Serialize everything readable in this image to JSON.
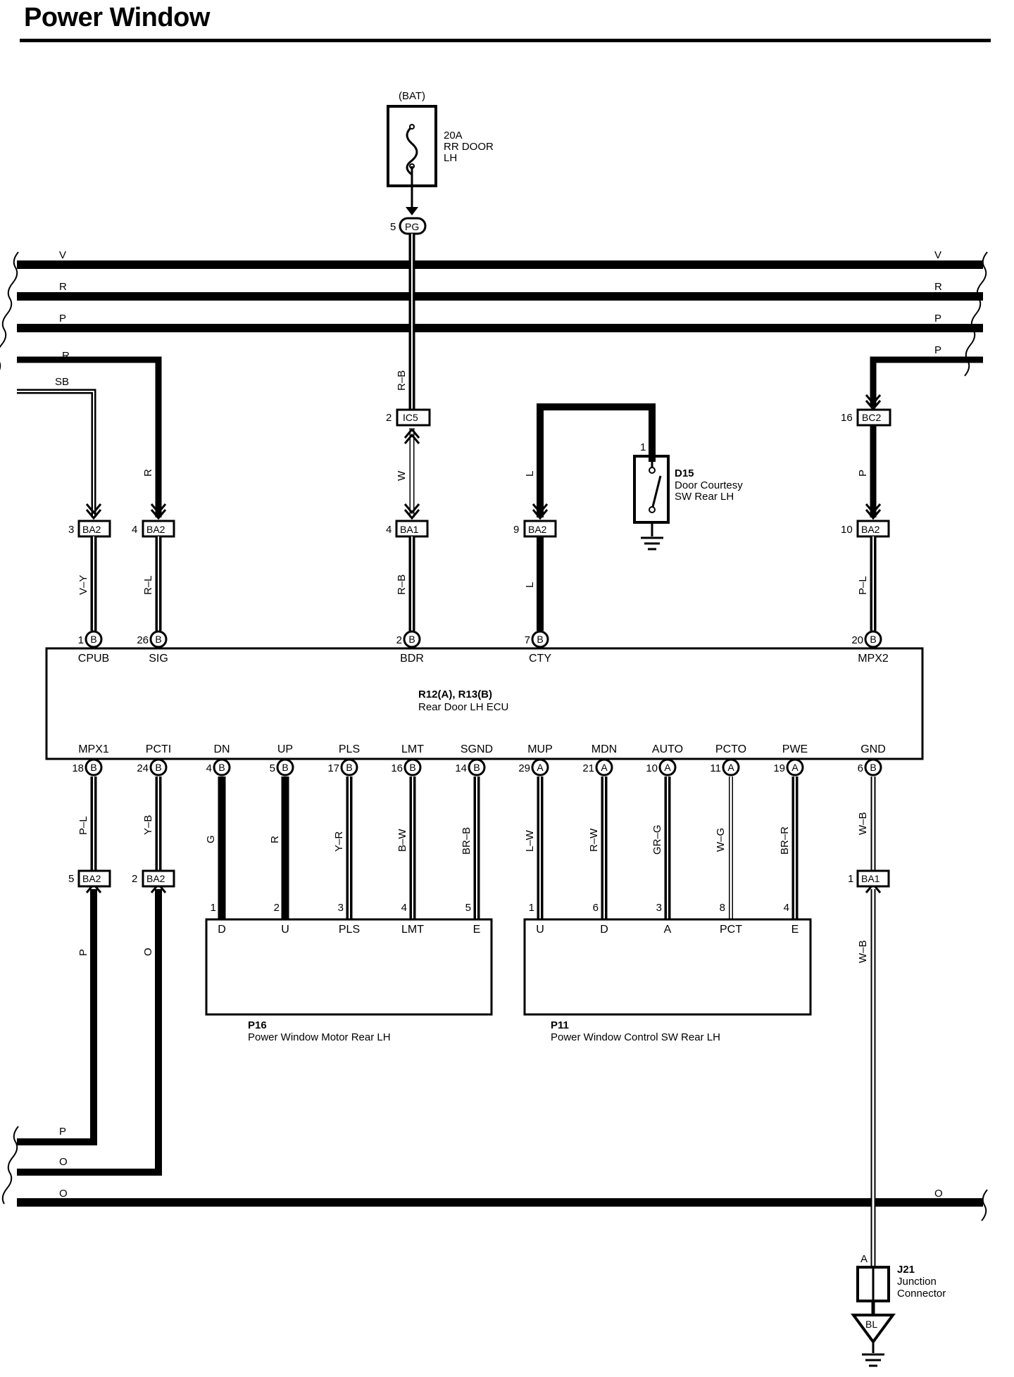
{
  "title": "Power Window",
  "fuse": {
    "source": "(BAT)",
    "rating": "20A",
    "name_l1": "RR DOOR",
    "name_l2": "LH"
  },
  "pg": {
    "pin": "5",
    "code": "PG"
  },
  "buses": [
    {
      "id": "bus-v",
      "left": "V",
      "right": "V",
      "color": "V"
    },
    {
      "id": "bus-r",
      "left": "R",
      "right": "R",
      "color": "R"
    },
    {
      "id": "bus-p",
      "left": "P",
      "right": "P",
      "color": "P"
    },
    {
      "id": "bus-o",
      "left": "O",
      "right": "O",
      "color": "O"
    }
  ],
  "wire_labels": {
    "top_r_left": "R",
    "top_sb": "SB",
    "top_p_right": "P",
    "r_b_top": "R–B",
    "w": "W",
    "l_upper": "L",
    "p_mid": "P",
    "r_sig": "R",
    "v_y": "V–Y",
    "r_l": "R–L",
    "r_b_mid": "R–B",
    "l_lower": "L",
    "p_l_right": "P–L",
    "p_l_left": "P–L",
    "y_b": "Y–B",
    "g": "G",
    "r_dn": "R",
    "y_r": "Y–R",
    "b_w": "B–W",
    "br_b": "BR–B",
    "l_w": "L–W",
    "r_w": "R–W",
    "gr_g": "GR–G",
    "w_g": "W–G",
    "br_r": "BR–R",
    "w_b_upper": "W–B",
    "p_lower": "P",
    "o_lower": "O",
    "w_b_lower": "W–B",
    "bot_p": "P",
    "bot_o": "O"
  },
  "connectors": {
    "ic5": {
      "pin": "2",
      "code": "IC5"
    },
    "bc2": {
      "pin": "16",
      "code": "BC2"
    },
    "ba2_3": {
      "pin": "3",
      "code": "BA2"
    },
    "ba2_4": {
      "pin": "4",
      "code": "BA2"
    },
    "ba1_4": {
      "pin": "4",
      "code": "BA1"
    },
    "ba2_9": {
      "pin": "9",
      "code": "BA2"
    },
    "ba2_10": {
      "pin": "10",
      "code": "BA2"
    },
    "ba2_5": {
      "pin": "5",
      "code": "BA2"
    },
    "ba2_2": {
      "pin": "2",
      "code": "BA2"
    },
    "ba1_1": {
      "pin": "1",
      "code": "BA1"
    }
  },
  "d15": {
    "pin": "1",
    "code": "D15",
    "name_l1": "Door Courtesy",
    "name_l2": "SW Rear LH"
  },
  "ecu": {
    "code": "R12(A), R13(B)",
    "name": "Rear Door LH ECU",
    "top_pins": [
      {
        "num": "1",
        "conn": "B",
        "label": "CPUB"
      },
      {
        "num": "26",
        "conn": "B",
        "label": "SIG"
      },
      {
        "num": "2",
        "conn": "B",
        "label": "BDR"
      },
      {
        "num": "7",
        "conn": "B",
        "label": "CTY"
      },
      {
        "num": "20",
        "conn": "B",
        "label": "MPX2"
      }
    ],
    "bottom_pins": [
      {
        "num": "18",
        "conn": "B",
        "label": "MPX1"
      },
      {
        "num": "24",
        "conn": "B",
        "label": "PCTI"
      },
      {
        "num": "4",
        "conn": "B",
        "label": "DN"
      },
      {
        "num": "5",
        "conn": "B",
        "label": "UP"
      },
      {
        "num": "17",
        "conn": "B",
        "label": "PLS"
      },
      {
        "num": "16",
        "conn": "B",
        "label": "LMT"
      },
      {
        "num": "14",
        "conn": "B",
        "label": "SGND"
      },
      {
        "num": "29",
        "conn": "A",
        "label": "MUP"
      },
      {
        "num": "21",
        "conn": "A",
        "label": "MDN"
      },
      {
        "num": "10",
        "conn": "A",
        "label": "AUTO"
      },
      {
        "num": "11",
        "conn": "A",
        "label": "PCTO"
      },
      {
        "num": "19",
        "conn": "A",
        "label": "PWE"
      },
      {
        "num": "6",
        "conn": "B",
        "label": "GND"
      }
    ]
  },
  "p16": {
    "code": "P16",
    "name": "Power Window Motor Rear LH",
    "pins": [
      {
        "num": "1",
        "label": "D"
      },
      {
        "num": "2",
        "label": "U"
      },
      {
        "num": "3",
        "label": "PLS"
      },
      {
        "num": "4",
        "label": "LMT"
      },
      {
        "num": "5",
        "label": "E"
      }
    ]
  },
  "p11": {
    "code": "P11",
    "name": "Power Window Control SW Rear LH",
    "pins": [
      {
        "num": "1",
        "label": "U"
      },
      {
        "num": "6",
        "label": "D"
      },
      {
        "num": "3",
        "label": "A"
      },
      {
        "num": "8",
        "label": "PCT"
      },
      {
        "num": "4",
        "label": "E"
      }
    ]
  },
  "j21": {
    "pin": "A",
    "code": "J21",
    "name_l1": "Junction",
    "name_l2": "Connector"
  },
  "ground_bl": "BL"
}
